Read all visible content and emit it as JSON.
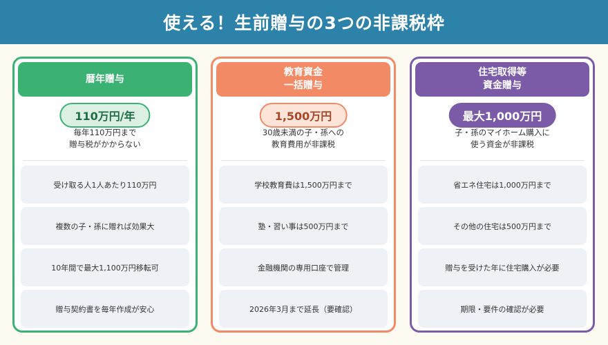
{
  "title": "使える！生前贈与の3つの非課税枠",
  "colors": {
    "banner": "#2d82a9",
    "green": "#3bb273",
    "green_light": "#dbf0e2",
    "orange": "#f28a66",
    "orange_light": "#fde4d8",
    "purple": "#7b5ba8",
    "purple_light": "#e6def1"
  },
  "cards": [
    {
      "header": [
        "暦年贈与"
      ],
      "amount": "110万円/年",
      "desc": [
        "毎年110万円まで",
        "贈与税がかからない"
      ],
      "items": [
        "受け取る人1人あたり110万円",
        "複数の子・孫に贈れば効果大",
        "10年間で最大1,100万円移転可",
        "贈与契約書を毎年作成が安心"
      ]
    },
    {
      "header": [
        "教育資金",
        "一括贈与"
      ],
      "amount": "1,500万円",
      "desc": [
        "30歳未満の子・孫への",
        "教育費用が非課税"
      ],
      "items": [
        "学校教育費は1,500万円まで",
        "塾・習い事は500万円まで",
        "金融機関の専用口座で管理",
        "2026年3月まで延長（要確認）"
      ]
    },
    {
      "header": [
        "住宅取得等",
        "資金贈与"
      ],
      "amount": "最大1,000万円",
      "desc": [
        "子・孫のマイホーム購入に",
        "使う資金が非課税"
      ],
      "items": [
        "省エネ住宅は1,000万円まで",
        "その他の住宅は500万円まで",
        "贈与を受けた年に住宅購入が必要",
        "期限・要件の確認が必要"
      ]
    }
  ]
}
